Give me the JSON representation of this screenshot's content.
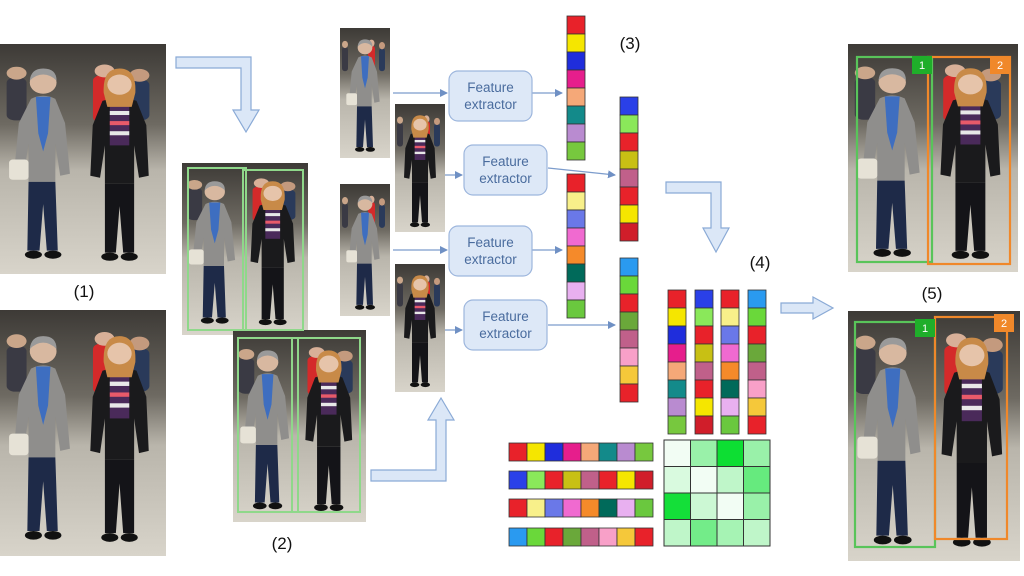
{
  "step_labels": [
    "(1)",
    "(2)",
    "(3)",
    "(4)",
    "(5)"
  ],
  "feature_extractor": {
    "line1": "Feature",
    "line2": "extractor"
  },
  "track_ids": [
    "1",
    "2"
  ],
  "colors": {
    "box_person1": "#59c45a",
    "box_person2": "#f0882a",
    "arrow_fill": "#dbe7f7",
    "arrow_stroke": "#8aaad6",
    "extractor_fill": "#dde8f7",
    "extractor_stroke": "#9db6dd"
  },
  "feature_vectors": {
    "set_a": [
      [
        "#e8222a",
        "#f5e600",
        "#1f2ddc",
        "#e61e8c",
        "#f5a878",
        "#138a8a",
        "#b98bd0",
        "#77c83e"
      ],
      [
        "#2a40e8",
        "#8ae85a",
        "#e8222a",
        "#c8c014",
        "#c0608a",
        "#e8222a",
        "#f5e600",
        "#d01e2a"
      ],
      [
        "#e8222a",
        "#f8f08a",
        "#6a78e8",
        "#f06ad0",
        "#f58a2a",
        "#006a5a",
        "#e8b0f0",
        "#6ac83e"
      ],
      [
        "#2a9af0",
        "#6ad83a",
        "#e8222a",
        "#6aa83a",
        "#c0608a",
        "#f8a0c8",
        "#f5c83a",
        "#e8222a"
      ]
    ],
    "set_b_order": [
      0,
      1,
      2,
      3
    ]
  },
  "similarity_matrix": [
    [
      0.05,
      0.4,
      0.95,
      0.4
    ],
    [
      0.15,
      0.05,
      0.25,
      0.6
    ],
    [
      0.92,
      0.2,
      0.05,
      0.4
    ],
    [
      0.25,
      0.55,
      0.35,
      0.25
    ]
  ],
  "matrix_color": {
    "low": "#ffffff",
    "high": "#00dc28"
  }
}
